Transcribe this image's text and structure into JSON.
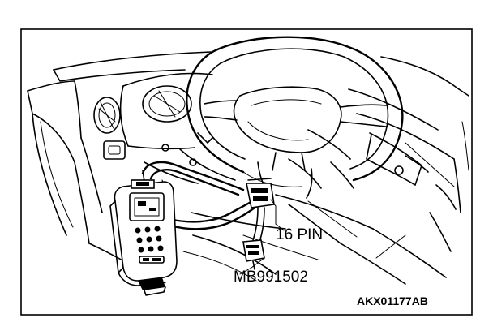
{
  "labels": {
    "connector_label": "16 PIN",
    "cable_label": "MB991502",
    "figure_code": "AKX01177AB"
  }
}
